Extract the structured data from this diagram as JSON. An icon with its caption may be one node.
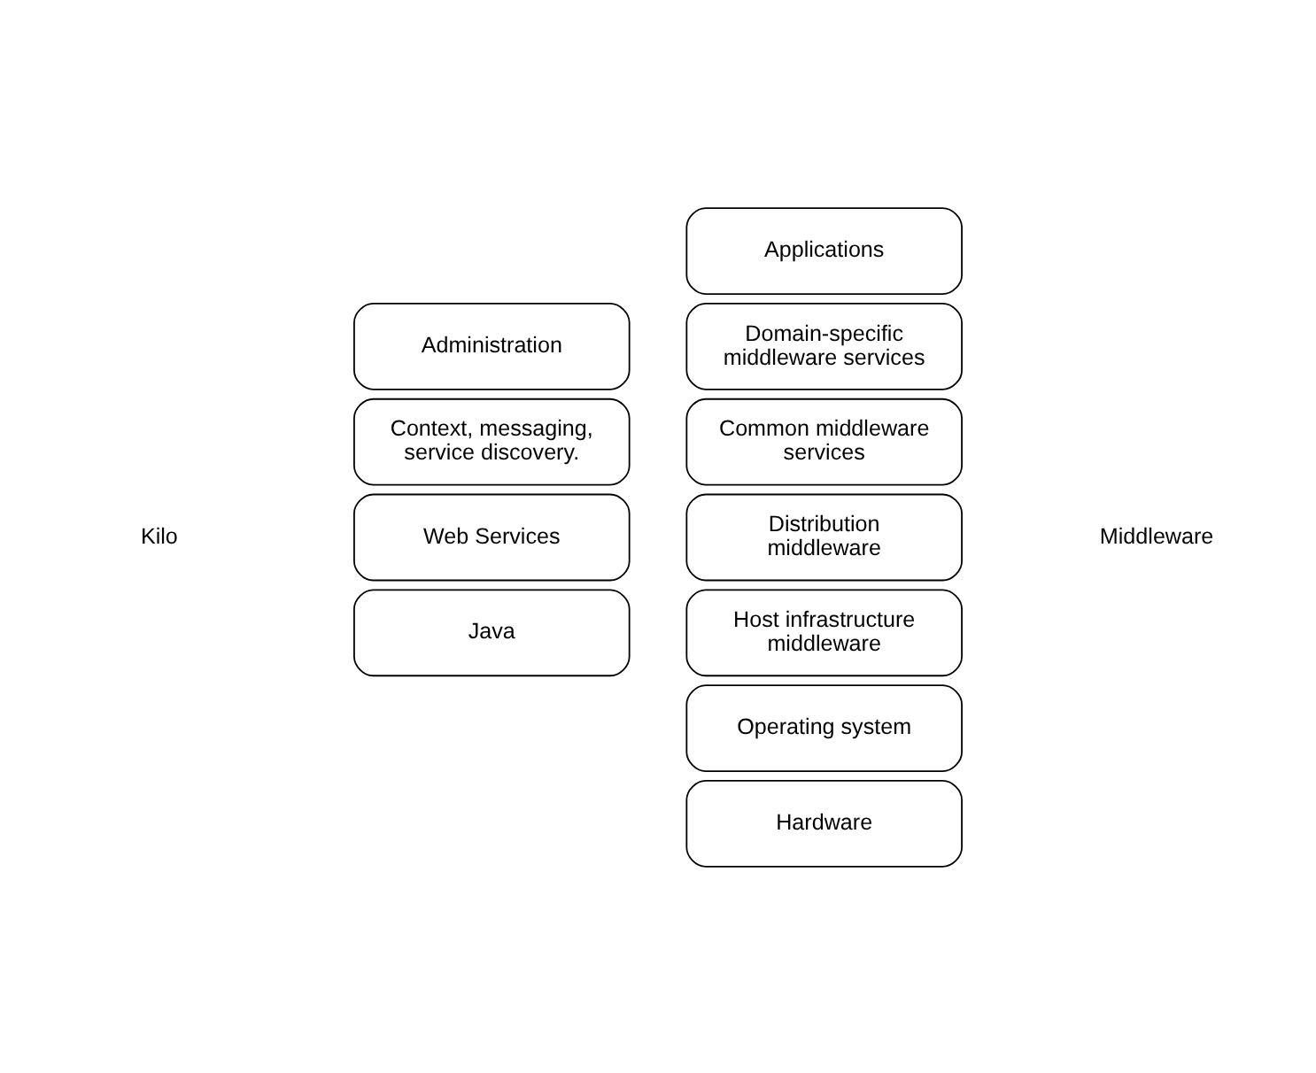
{
  "diagram": {
    "nodes": [
      {
        "text": [
          "Administration"
        ]
      },
      {
        "text": [
          "Context, messaging, service discovery."
        ]
      },
      {
        "text": [
          "Web Services"
        ]
      },
      {
        "text": [
          "Java"
        ]
      },
      {
        "text": [
          "Applications"
        ]
      },
      {
        "text": [
          "Domain-specific middleware services"
        ]
      },
      {
        "text": [
          "Common middleware services"
        ]
      },
      {
        "text": [
          "Distribution middleware"
        ]
      },
      {
        "text": [
          "Host infrastructure middleware"
        ]
      },
      {
        "text": [
          "Operating system"
        ]
      },
      {
        "text": [
          "Hardware"
        ]
      }
    ],
    "labels": [
      "Kilo",
      "Middleware"
    ]
  }
}
